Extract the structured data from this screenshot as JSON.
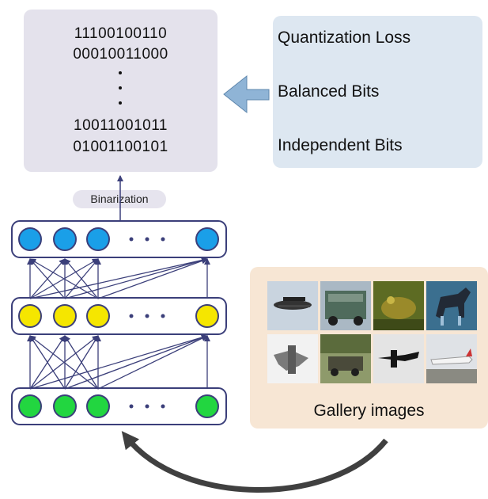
{
  "binary_codes": {
    "lines": [
      "11100100110",
      "00010011000",
      "10011001011",
      "01001100101"
    ]
  },
  "losses": {
    "items": [
      "Quantization Loss",
      "Balanced Bits",
      "Independent Bits"
    ]
  },
  "binarization_label": "Binarization",
  "gallery": {
    "label": "Gallery images",
    "thumbnails": [
      "airplane-thumbnail",
      "truck-thumbnail",
      "frog-thumbnail",
      "horse-thumbnail",
      "airplane-thumbnail-2",
      "truck-thumbnail-2",
      "airplane-thumbnail-3",
      "airplane-thumbnail-4"
    ]
  },
  "network": {
    "layers": [
      {
        "name": "output-layer",
        "color": "#1a9fe8"
      },
      {
        "name": "hidden-layer",
        "color": "#f5e600"
      },
      {
        "name": "input-layer",
        "color": "#22d640"
      }
    ]
  },
  "colors": {
    "arrow": "#3b3f7a",
    "feedback_arrow": "#404040",
    "block_arrow": "#8fb4d6",
    "codes_box": "#e4e2ec",
    "loss_box": "#dde7f1",
    "gallery_box": "#f7e6d4"
  }
}
